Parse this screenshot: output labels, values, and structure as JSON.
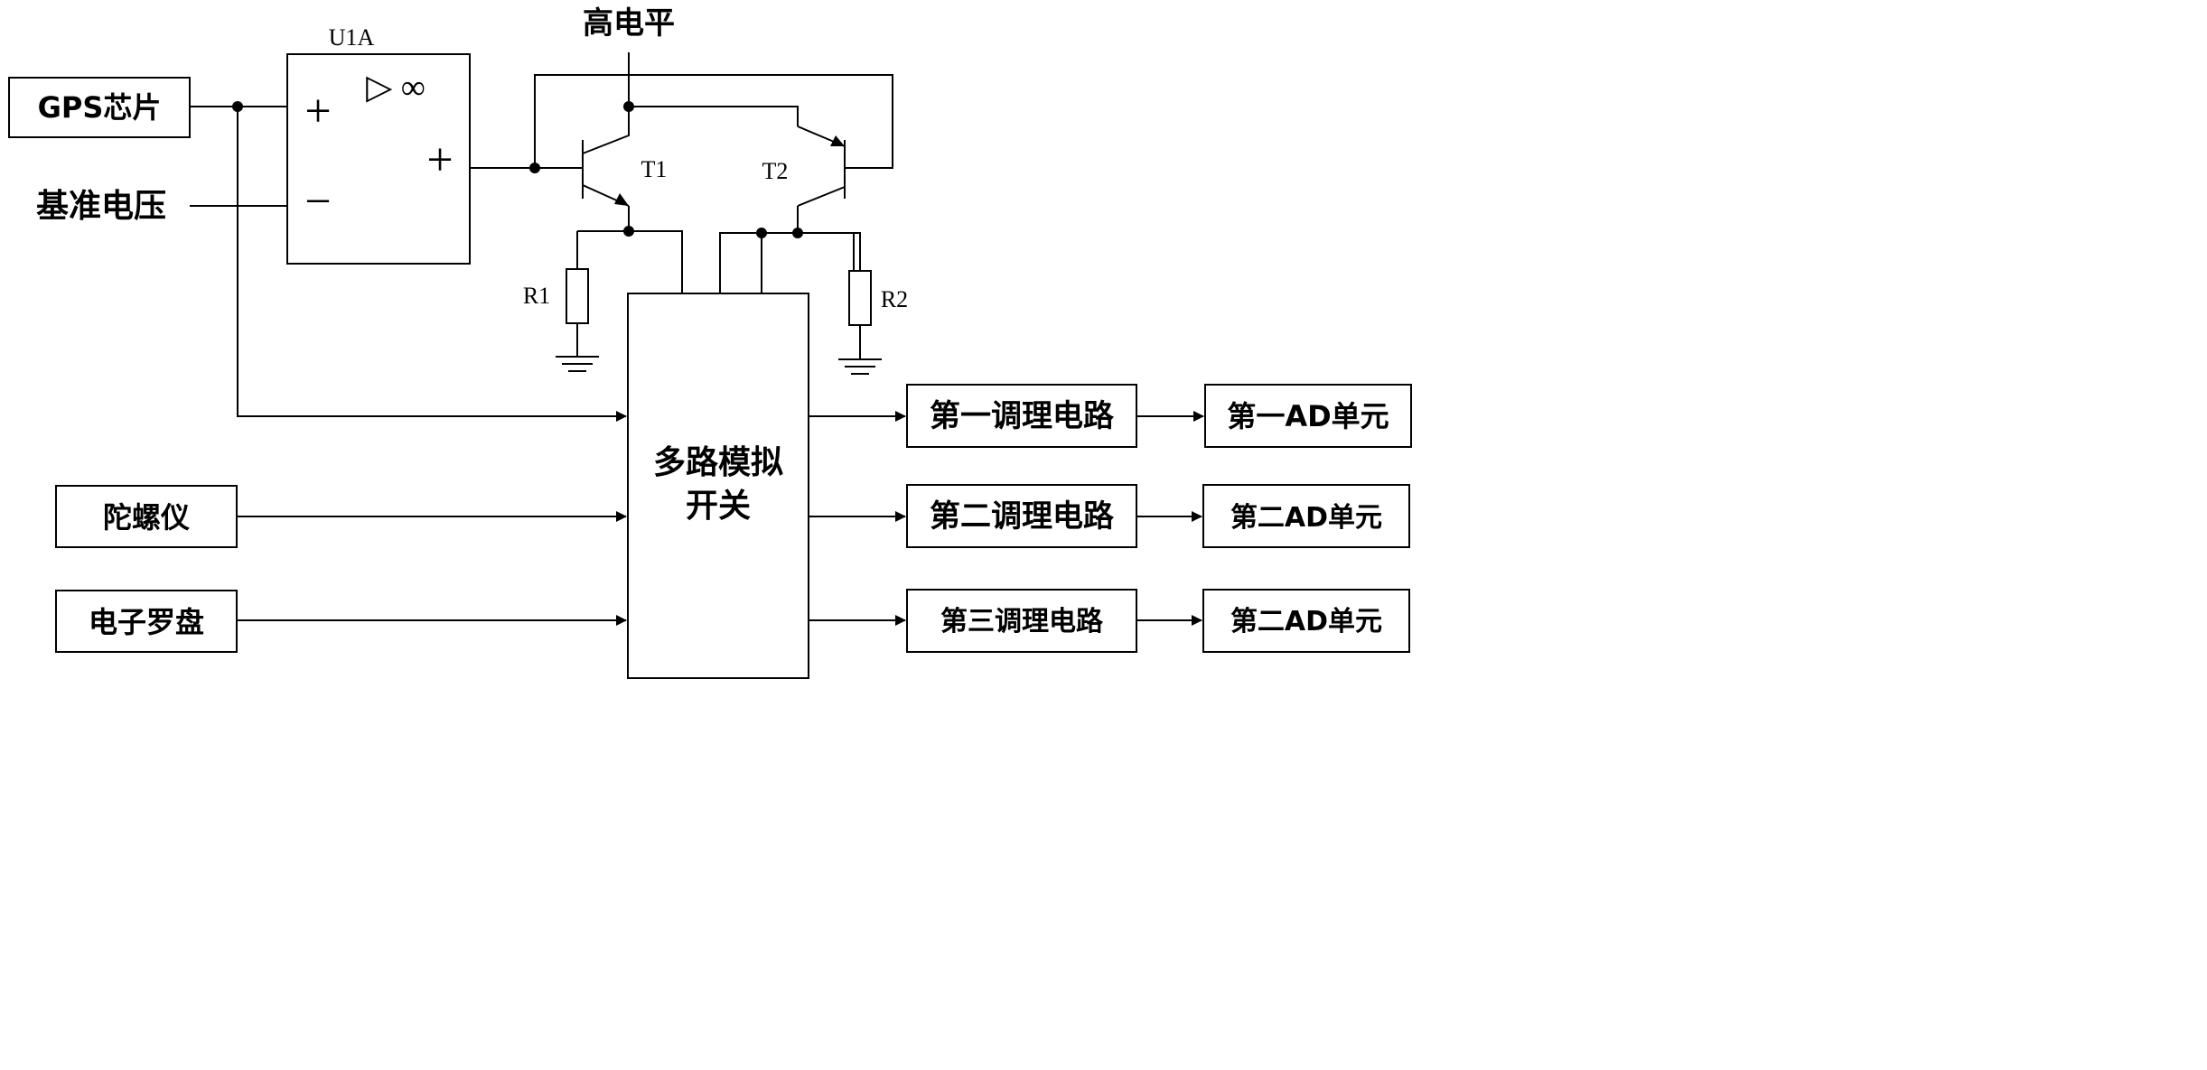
{
  "labels": {
    "gps_chip": "GPS芯片",
    "reference_voltage": "基准电压",
    "high_level": "高电平",
    "opamp_name": "U1A",
    "opamp_plus_in": "+",
    "opamp_minus_in": "−",
    "opamp_out": "+",
    "opamp_symbol": "▷ ∞",
    "t1": "T1",
    "t2": "T2",
    "r1": "R1",
    "r2": "R2",
    "mux_line1": "多路模拟",
    "mux_line2": "开关",
    "gyroscope": "陀螺仪",
    "compass": "电子罗盘",
    "cond1": "第一调理电路",
    "cond2": "第二调理电路",
    "cond3": "第三调理电路",
    "ad1": "第一AD单元",
    "ad2": "第二AD单元",
    "ad3": "第二AD单元"
  }
}
